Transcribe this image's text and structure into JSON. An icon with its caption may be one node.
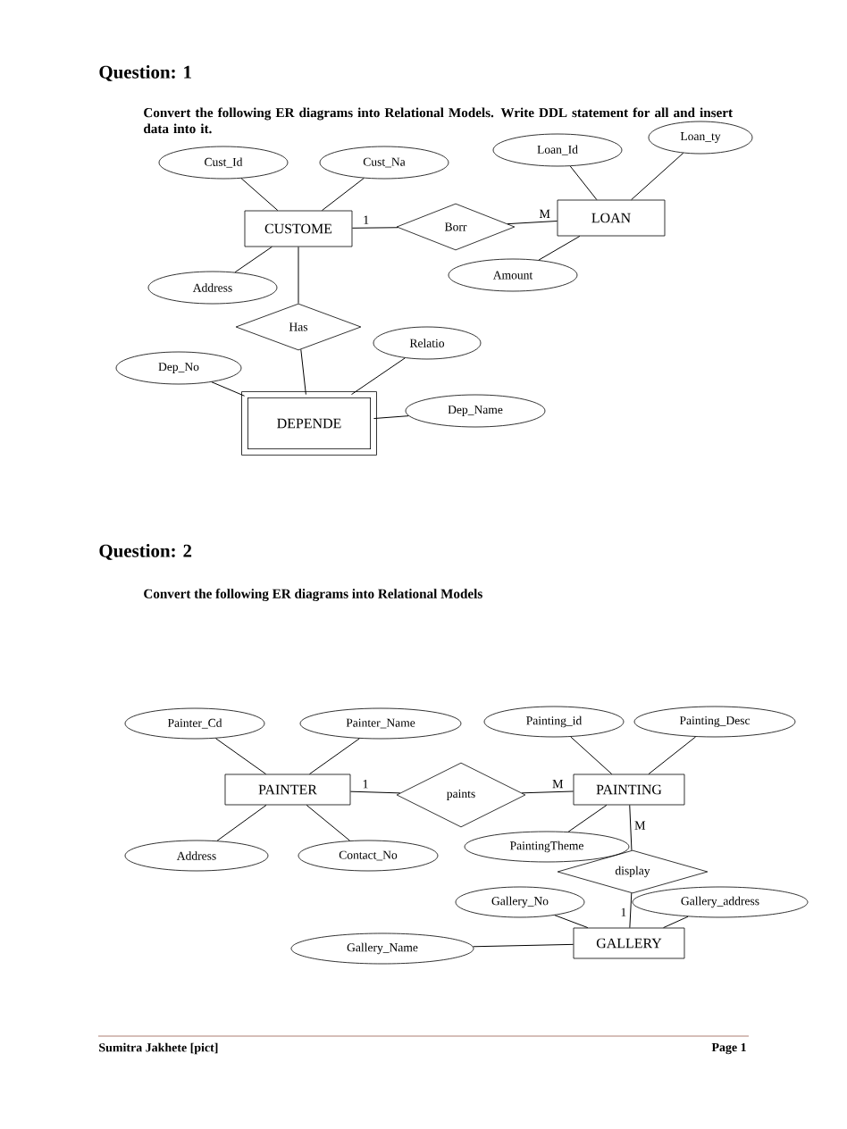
{
  "diagram": {
    "nodes": [
      {
        "text": [
          "Cust_Id"
        ]
      },
      {
        "text": [
          "Cust_Na"
        ]
      },
      {
        "text": [
          "Loan_Id"
        ]
      },
      {
        "text": [
          "Loan_ty"
        ]
      },
      {
        "text": [
          "CUSTOME"
        ]
      },
      {
        "text": [
          "Borr"
        ]
      },
      {
        "text": [
          "LOAN"
        ]
      },
      {
        "text": [
          "Address"
        ]
      },
      {
        "text": [
          "Amount"
        ]
      },
      {
        "text": [
          "Has"
        ]
      },
      {
        "text": [
          "Relatio"
        ]
      },
      {
        "text": [
          "Dep_No"
        ]
      },
      {
        "text": [
          "DEPENDE"
        ]
      },
      {
        "text": [
          "Dep_Name"
        ]
      },
      {
        "text": [
          "Painter_Cd"
        ]
      },
      {
        "text": [
          "Painter_Name"
        ]
      },
      {
        "text": [
          "Painting_id"
        ]
      },
      {
        "text": [
          "Painting_Desc"
        ]
      },
      {
        "text": [
          "PAINTER"
        ]
      },
      {
        "text": [
          "paints"
        ]
      },
      {
        "text": [
          "PAINTING"
        ]
      },
      {
        "text": [
          "Address"
        ]
      },
      {
        "text": [
          "Contact_No"
        ]
      },
      {
        "text": [
          "PaintingTheme"
        ]
      },
      {
        "text": [
          "display"
        ]
      },
      {
        "text": [
          "Gallery_No"
        ]
      },
      {
        "text": [
          "Gallery_address"
        ]
      },
      {
        "text": [
          "Gallery_Name"
        ]
      },
      {
        "text": [
          "GALLERY"
        ]
      }
    ],
    "edges": [
      {
        "from": 0,
        "to": 4,
        "arrow": "none"
      },
      {
        "from": 1,
        "to": 4,
        "arrow": "none"
      },
      {
        "from": 4,
        "to": 5,
        "arrow": "none",
        "label": "1"
      },
      {
        "from": 5,
        "to": 6,
        "arrow": "none",
        "label": "M"
      },
      {
        "from": 2,
        "to": 6,
        "arrow": "none"
      },
      {
        "from": 3,
        "to": 6,
        "arrow": "none"
      },
      {
        "from": 7,
        "to": 4,
        "arrow": "none"
      },
      {
        "from": 8,
        "to": 6,
        "arrow": "none"
      },
      {
        "from": 4,
        "to": 9,
        "arrow": "none"
      },
      {
        "from": 9,
        "to": 12,
        "arrow": "none"
      },
      {
        "from": 10,
        "to": 12,
        "arrow": "none"
      },
      {
        "from": 11,
        "to": 12,
        "arrow": "none"
      },
      {
        "from": 13,
        "to": 12,
        "arrow": "none"
      },
      {
        "from": 14,
        "to": 18,
        "arrow": "none"
      },
      {
        "from": 15,
        "to": 18,
        "arrow": "none"
      },
      {
        "from": 21,
        "to": 18,
        "arrow": "none"
      },
      {
        "from": 22,
        "to": 18,
        "arrow": "none"
      },
      {
        "from": 18,
        "to": 19,
        "arrow": "none",
        "label": "1"
      },
      {
        "from": 19,
        "to": 20,
        "arrow": "none",
        "label": "M"
      },
      {
        "from": 16,
        "to": 20,
        "arrow": "none"
      },
      {
        "from": 17,
        "to": 20,
        "arrow": "none"
      },
      {
        "from": 23,
        "to": 20,
        "arrow": "none"
      },
      {
        "from": 20,
        "to": 24,
        "arrow": "none",
        "label": "M"
      },
      {
        "from": 24,
        "to": 28,
        "arrow": "none",
        "label": "1"
      },
      {
        "from": 25,
        "to": 28,
        "arrow": "none"
      },
      {
        "from": 26,
        "to": 28,
        "arrow": "none"
      },
      {
        "from": 27,
        "to": 28,
        "arrow": "none"
      }
    ],
    "labels": [
      "Question: 1",
      "Convert the following ER diagrams into Relational Models. Write DDL statement for all and insert data into it.",
      "Question: 2",
      "Convert the following ER diagrams into Relational Models",
      "Sumitra Jakhete [pict]",
      "Page 1"
    ]
  }
}
